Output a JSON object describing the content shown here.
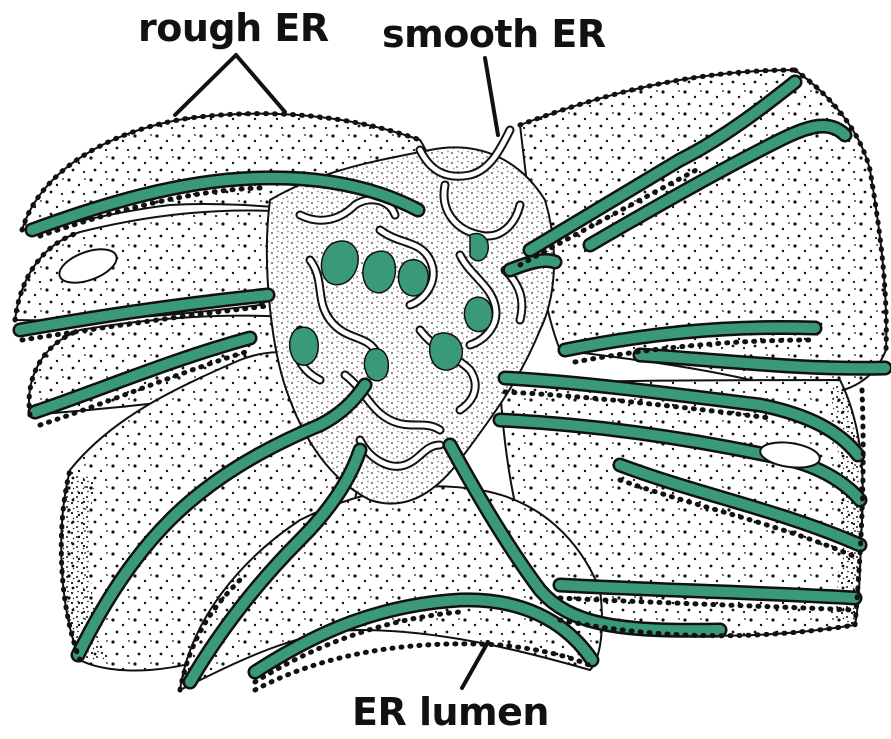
{
  "labels": {
    "rough_er": "rough ER",
    "smooth_er": "smooth ER",
    "er_lumen": "ER lumen"
  },
  "colors": {
    "lumen": "#3a9a78",
    "outline": "#111111",
    "membrane_fill": "#ffffff",
    "ribosome": "#111111"
  }
}
